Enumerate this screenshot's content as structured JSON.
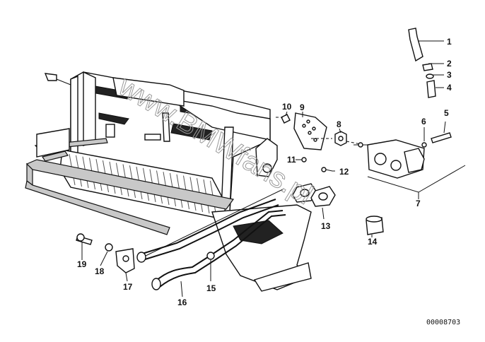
{
  "diagram": {
    "reference_number": "00008703",
    "watermark": "www.BMWfans.pl",
    "callouts": [
      "1",
      "2",
      "3",
      "4",
      "5",
      "6",
      "7",
      "8",
      "9",
      "10",
      "11",
      "12",
      "13",
      "14",
      "15",
      "16",
      "17",
      "18",
      "19"
    ]
  }
}
